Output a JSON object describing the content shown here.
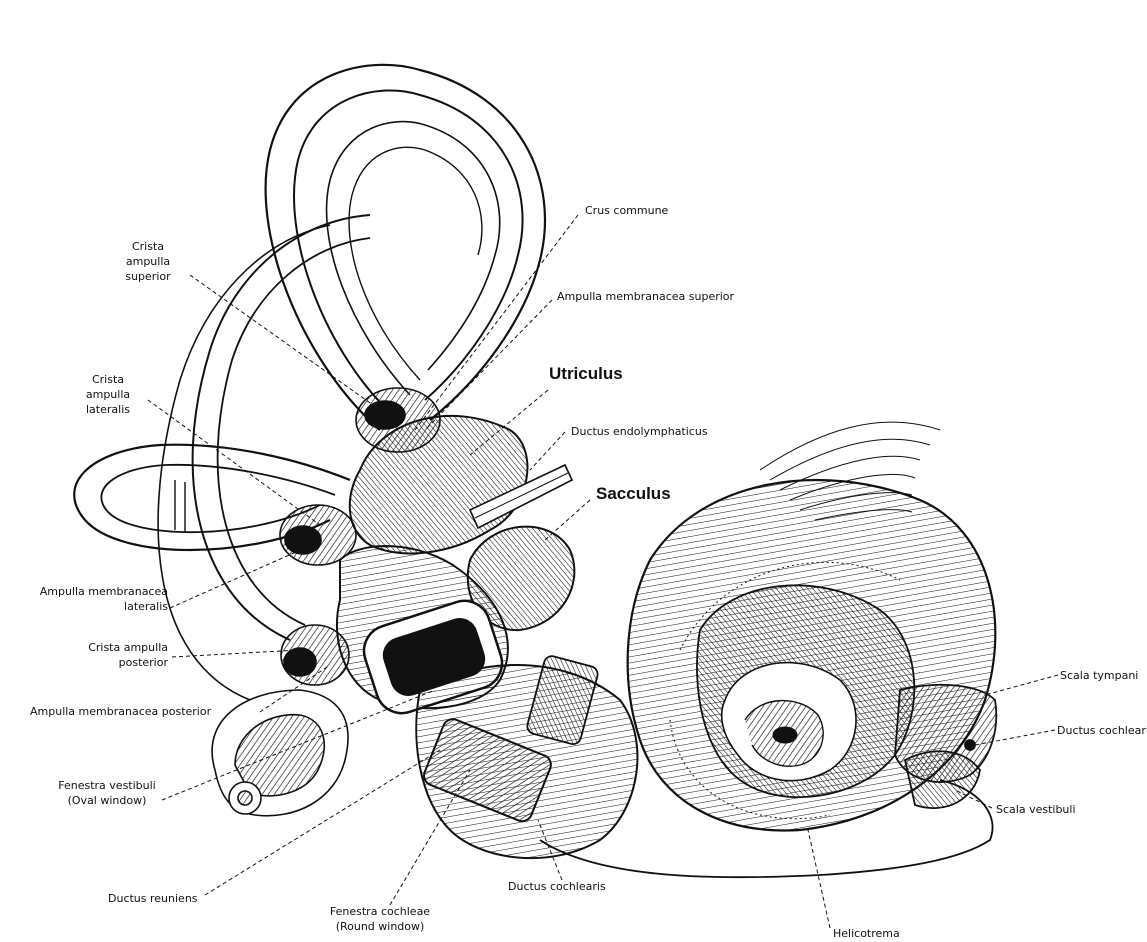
{
  "labels": {
    "crus_commune": "Crus commune",
    "crista_superior": [
      "Crista",
      "ampulla",
      "superior"
    ],
    "ampulla_superior": "Ampulla membranacea superior",
    "utriculus": "Utriculus",
    "crista_lateralis": [
      "Crista",
      "ampulla",
      "lateralis"
    ],
    "ductus_endolymphaticus": "Ductus endolymphaticus",
    "sacculus": "Sacculus",
    "ampulla_lateralis": [
      "Ampulla membranacea",
      "lateralis"
    ],
    "crista_posterior": [
      "Crista ampulla",
      "posterior"
    ],
    "ampulla_posterior": "Ampulla membranacea posterior",
    "fenestra_vestibuli": [
      "Fenestra vestibuli",
      "(Oval window)"
    ],
    "ductus_reuniens": "Ductus reuniens",
    "fenestra_cochleae": [
      "Fenestra cochleae",
      "(Round window)"
    ],
    "ductus_cochlearis_bottom": "Ductus cochlearis",
    "helicotrema": "Helicotrema",
    "scala_tympani": "Scala tympani",
    "ductus_cochlearis_right": "Ductus cochlearis",
    "scala_vestibuli": "Scala vestibuli"
  }
}
